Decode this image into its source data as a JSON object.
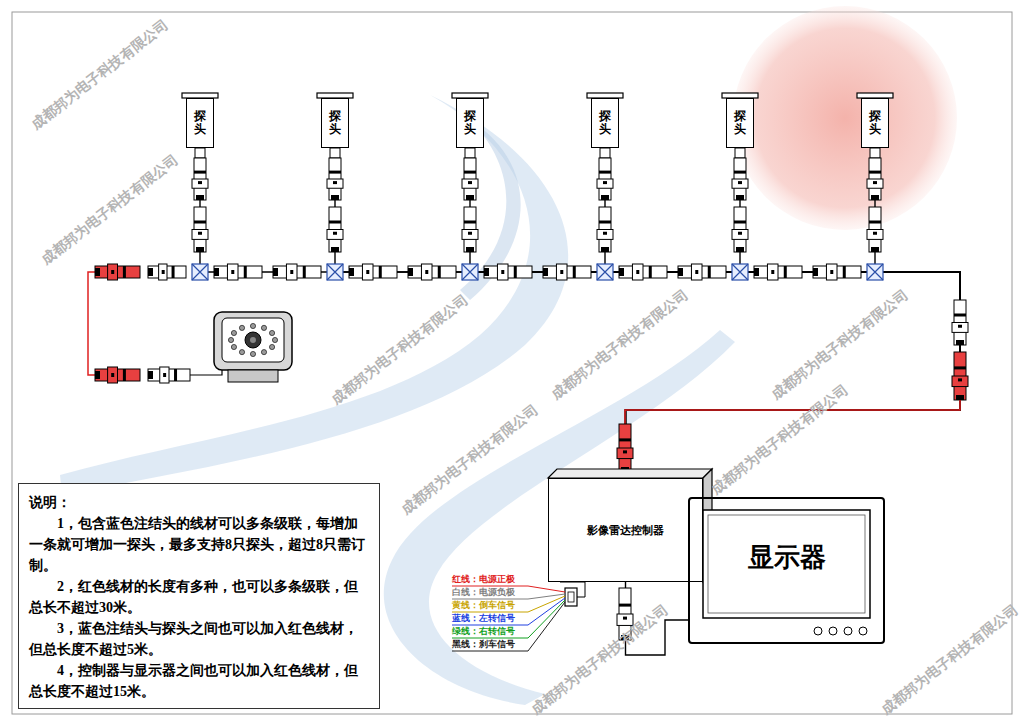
{
  "diagram": {
    "nodes": [
      {
        "text": [
          "探头"
        ]
      },
      {
        "text": [
          "探头"
        ]
      },
      {
        "text": [
          "探头"
        ]
      },
      {
        "text": [
          "探头"
        ]
      },
      {
        "text": [
          "探头"
        ]
      },
      {
        "text": [
          "探头"
        ]
      },
      {
        "text": [
          "说明：",
          "1，包含蓝色注结头的线材可以多条级联，每增加一条就可增加一探头，最多支持8只探头，超过8只需订制。",
          "2，红色线材的长度有多种，也可以多条级联，但总长不超过30米。",
          "3，蓝色注结头与探头之间也可以加入红色线材，但总长度不超过5米。",
          "4，控制器与显示器之间也可以加入红色线材，但总长度不超过15米。"
        ]
      },
      {
        "text": [
          "影像雷达控制器"
        ]
      },
      {
        "text": [
          "显示器"
        ]
      }
    ],
    "edges": [
      {
        "from": 0,
        "to": 7,
        "arrow": "none"
      },
      {
        "from": 1,
        "to": 7,
        "arrow": "none"
      },
      {
        "from": 2,
        "to": 7,
        "arrow": "none"
      },
      {
        "from": 3,
        "to": 7,
        "arrow": "none"
      },
      {
        "from": 4,
        "to": 7,
        "arrow": "none"
      },
      {
        "from": 5,
        "to": 7,
        "arrow": "none"
      },
      {
        "from": 7,
        "to": 8,
        "arrow": "none"
      }
    ],
    "labels": [
      "成都邦为电子科技有限公司",
      "成都邦为电子科技有限公司",
      "成都邦为电子科技有限公司",
      "成都邦为电子科技有限公司",
      "成都邦为电子科技有限公司",
      "成都邦为电子科技有限公司",
      "成都邦为电子科技有限公司",
      "成都邦为电子科技有限公司",
      "成都邦为电子科技有限公司",
      "红线：电源正极",
      "白线：电源负极",
      "黄线：倒车信号",
      "蓝线：左转信号",
      "绿线：右转信号",
      "黑线：刹车信号"
    ]
  }
}
